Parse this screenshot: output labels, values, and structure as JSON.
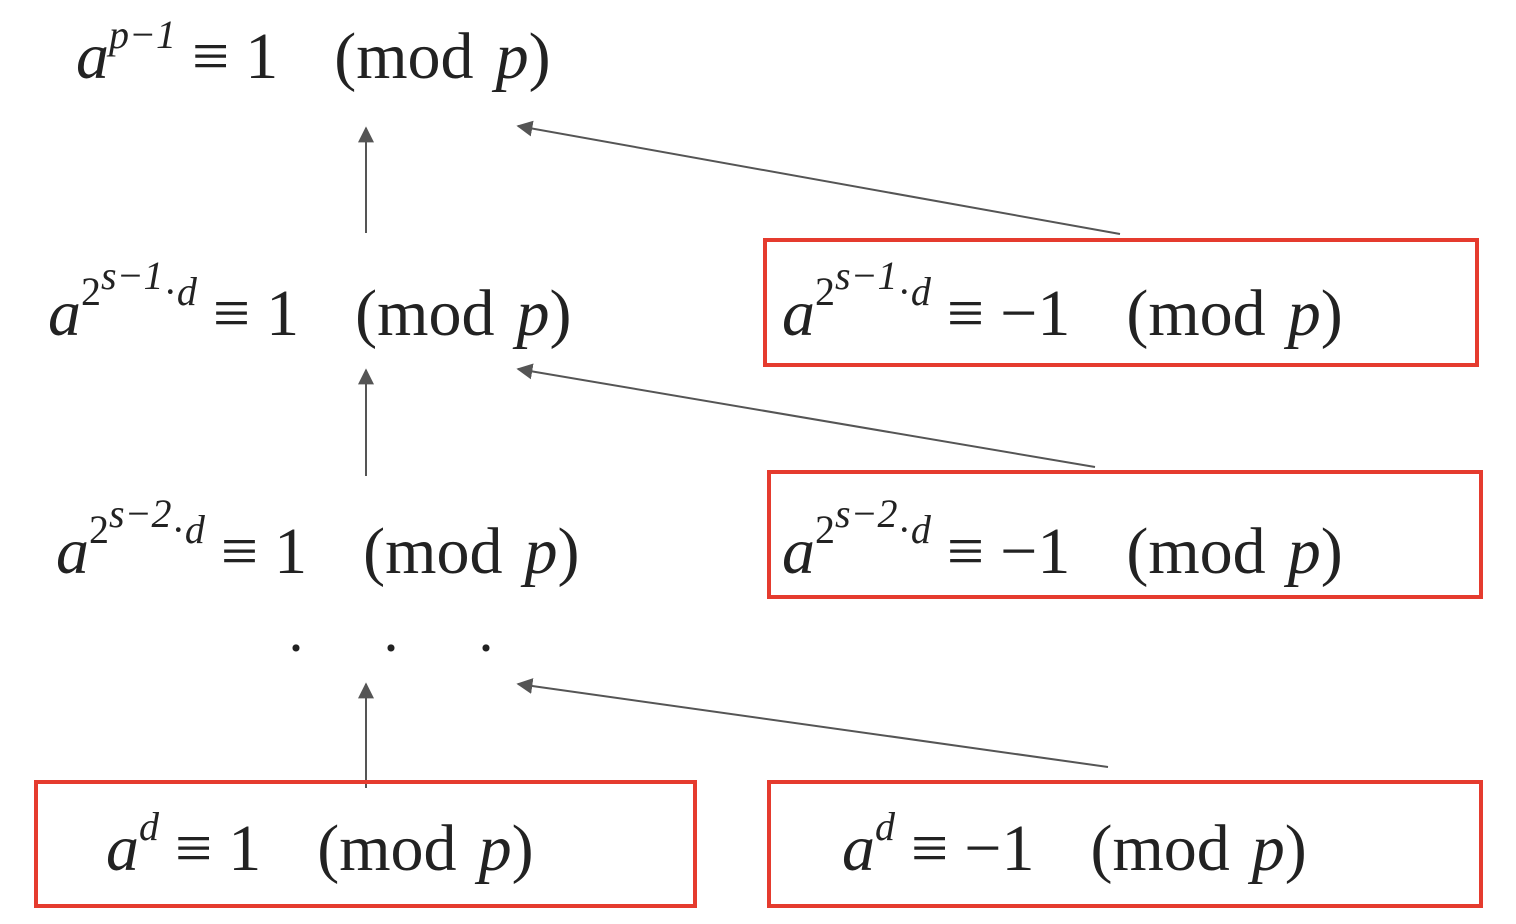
{
  "colors": {
    "box_border": "#e53b2e",
    "arrow": "#555555",
    "text": "#222222"
  },
  "symbols": {
    "base": "a",
    "congruent": "≡",
    "one": "1",
    "neg_one": "−1",
    "mod_open": "(mod",
    "modulus": "p",
    "mod_close": ")",
    "two": "2",
    "cdot": "·",
    "d": "d",
    "ellipsis": "· · ·"
  },
  "exponents": {
    "p_minus_1": "p−1",
    "s_minus_1": "s−1",
    "s_minus_2": "s−2"
  },
  "rows": [
    {
      "left": "a^(p−1) ≡ 1 (mod p)"
    },
    {
      "left": "a^(2^(s−1)·d) ≡ 1 (mod p)",
      "right": "a^(2^(s−1)·d) ≡ −1 (mod p)"
    },
    {
      "left": "a^(2^(s−2)·d) ≡ 1 (mod p)",
      "right": "a^(2^(s−2)·d) ≡ −1 (mod p)"
    },
    {
      "left": "a^d ≡ 1 (mod p)",
      "right": "a^d ≡ −1 (mod p)"
    }
  ]
}
